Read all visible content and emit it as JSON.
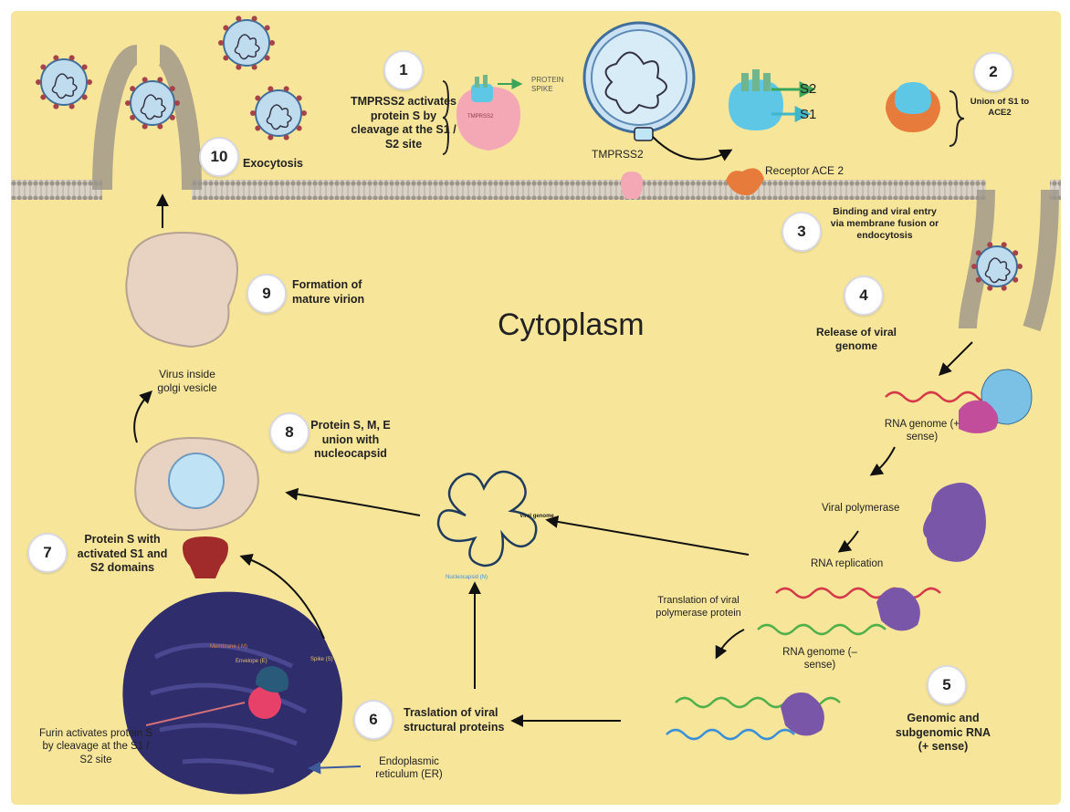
{
  "title": "Cytoplasm",
  "steps": [
    {
      "n": "1",
      "text": "TMPRSS2 activates protein S by cleavage at the S1 / S2 site"
    },
    {
      "n": "2",
      "text": "Union of S1 to ACE2"
    },
    {
      "n": "3",
      "text": "Binding and viral entry via membrane fusion or endocytosis"
    },
    {
      "n": "4",
      "text": "Release of viral genome"
    },
    {
      "n": "5",
      "text": "Genomic and subgenomic RNA (+ sense)"
    },
    {
      "n": "6",
      "text": "Traslation of viral structural proteins"
    },
    {
      "n": "7",
      "text": "Protein S with activated S1 and S2 domains"
    },
    {
      "n": "8",
      "text": "Protein S, M, E union with nucleocapsid"
    },
    {
      "n": "9",
      "text": "Formation of mature virion"
    },
    {
      "n": "10",
      "text": "Exocytosis"
    }
  ],
  "labels": {
    "protein_spike": "PROTEIN SPIKE",
    "tmprss2_inner": "TMPRSS2",
    "tmprss2": "TMPRSS2",
    "s2": "S2",
    "s1": "S1",
    "receptor_ace2": "Receptor ACE 2",
    "rna_genome_plus": "RNA genome (+ sense)",
    "viral_polymerase": "Viral polymerase",
    "rna_replication": "RNA replication",
    "translation_polymerase": "Translation of viral polymerase protein",
    "rna_genome_minus": "RNA genome (– sense)",
    "viral_genome": "Viral genome",
    "nucleocapsid": "Nucleocapsid (N)",
    "virus_golgi": "Virus inside golgi vesicle",
    "membrane_m": "Membrane ( M)",
    "envelope_e": "Envelope (E)",
    "spike_s": "Spike (S)",
    "furin": "Furin activates protein S by cleavage at the S1 / S2 site",
    "er": "Endoplasmic reticulum (ER)"
  },
  "colors": {
    "cytoplasm": "#f7e69a",
    "membrane": "#c9c1b5",
    "virus_fill": "#bfdcef",
    "spike": "#a6434a",
    "er": "#2f2d6b",
    "polymerase": "#7a56a8",
    "rna_red": "#d43a4a",
    "rna_green": "#52b04a",
    "rna_blue": "#3a8fd8"
  }
}
